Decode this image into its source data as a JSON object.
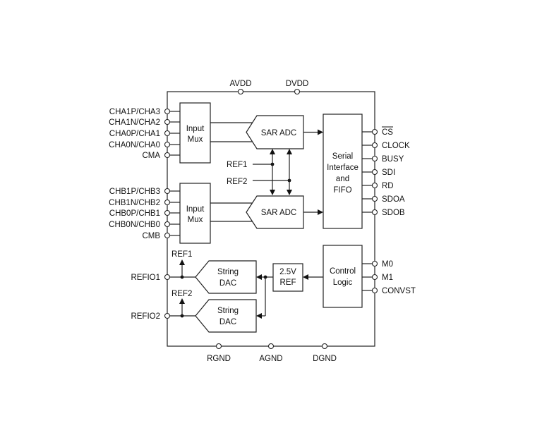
{
  "power_pins": {
    "avdd": "AVDD",
    "dvdd": "DVDD"
  },
  "ground_pins": {
    "rgnd": "RGND",
    "agnd": "AGND",
    "dgnd": "DGND"
  },
  "channel_a_pins": [
    "CHA1P/CHA3",
    "CHA1N/CHA2",
    "CHA0P/CHA1",
    "CHA0N/CHA0",
    "CMA"
  ],
  "channel_b_pins": [
    "CHB1P/CHB3",
    "CHB1N/CHB2",
    "CHB0P/CHB1",
    "CHB0N/CHB0",
    "CMB"
  ],
  "mux_a": {
    "line1": "Input",
    "line2": "Mux"
  },
  "mux_b": {
    "line1": "Input",
    "line2": "Mux"
  },
  "adc_a": "SAR ADC",
  "adc_b": "SAR ADC",
  "ref1_label": "REF1",
  "ref2_label": "REF2",
  "serial_block": [
    "Serial",
    "Interface",
    "and",
    "FIFO"
  ],
  "serial_pins": [
    "CS",
    "CLOCK",
    "BUSY",
    "SDI",
    "RD",
    "SDOA",
    "SDOB"
  ],
  "control_block": [
    "Control",
    "Logic"
  ],
  "control_pins": [
    "M0",
    "M1",
    "CONVST"
  ],
  "ref_block": [
    "2.5V",
    "REF"
  ],
  "dac1": [
    "String",
    "DAC"
  ],
  "dac2": [
    "String",
    "DAC"
  ],
  "refio_pins": [
    "REFIO1",
    "REFIO2"
  ],
  "refio_ref_labels": [
    "REF1",
    "REF2"
  ]
}
